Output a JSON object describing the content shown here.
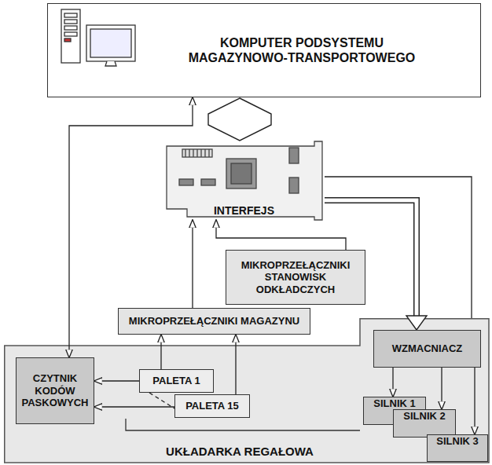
{
  "diagram": {
    "nodes": [
      {
        "text": [
          "KOMPUTER PODSYSTEMU MAGAZYNOWO-TRANSPORTOWEGO"
        ]
      },
      {
        "text": [
          "INTERFEJS"
        ]
      },
      {
        "text": [
          "MIKROPRZEŁĄCZNIKI STANOWISK ODKŁADCZYCH"
        ]
      },
      {
        "text": [
          "MIKROPRZEŁĄCZNIKI MAGAZYNU"
        ]
      },
      {
        "text": [
          "UKŁADARKA REGAŁOWA"
        ]
      },
      {
        "text": [
          "CZYTNIK KODÓW PASKOWYCH"
        ],
        "in": 4
      },
      {
        "text": [
          "PALETA 1"
        ],
        "in": 4
      },
      {
        "text": [
          "PALETA 15"
        ],
        "in": 4
      },
      {
        "text": [
          "WZMACNIACZ"
        ],
        "in": 4
      },
      {
        "text": [
          "SILNIK 1"
        ],
        "in": 4
      },
      {
        "text": [
          "SILNIK 2"
        ],
        "in": 4
      },
      {
        "text": [
          "SILNIK 3"
        ],
        "in": 4
      }
    ],
    "edges": [
      {
        "from": 1,
        "to": 0,
        "arrow": "both"
      },
      {
        "from": 5,
        "to": 0,
        "arrow": "both"
      },
      {
        "from": 2,
        "to": 1,
        "arrow": "to"
      },
      {
        "from": 3,
        "to": 1,
        "arrow": "to"
      },
      {
        "from": 1,
        "to": 8,
        "arrow": "to"
      },
      {
        "from": 1,
        "to": 4,
        "arrow": "none"
      },
      {
        "from": 6,
        "to": 3,
        "arrow": "to"
      },
      {
        "from": 7,
        "to": 3,
        "arrow": "to"
      },
      {
        "from": 6,
        "to": 5,
        "arrow": "to"
      },
      {
        "from": 7,
        "to": 5,
        "arrow": "to"
      },
      {
        "from": 6,
        "to": 7,
        "arrow": "none"
      },
      {
        "from": 8,
        "to": 9,
        "arrow": "to"
      },
      {
        "from": 8,
        "to": 10,
        "arrow": "to"
      },
      {
        "from": 8,
        "to": 11,
        "arrow": "to"
      }
    ]
  }
}
